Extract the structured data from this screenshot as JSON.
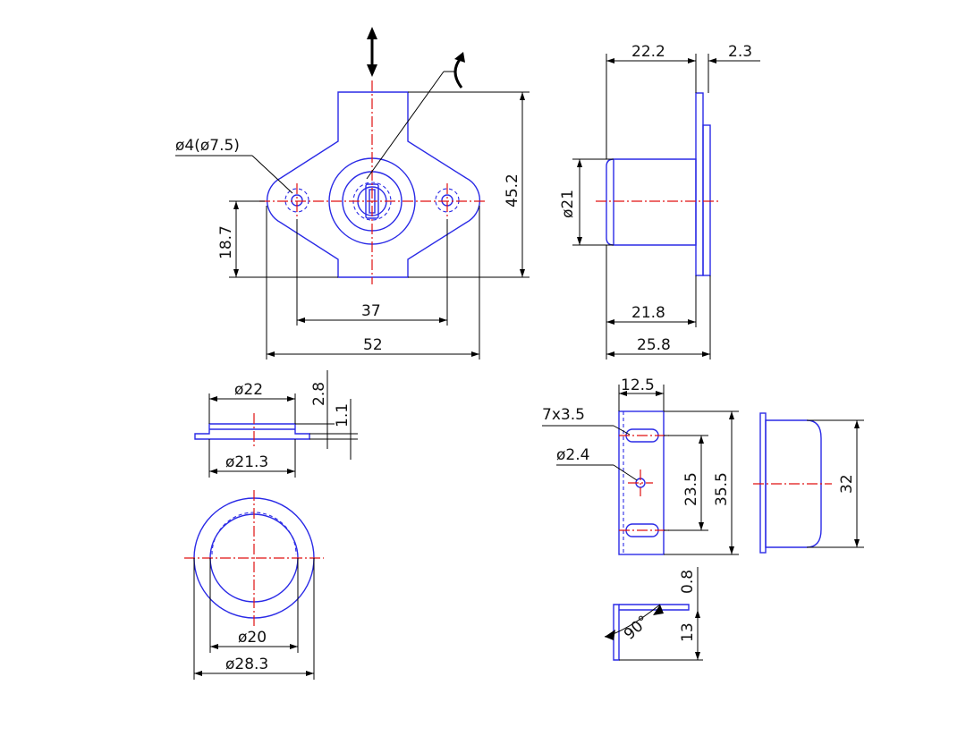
{
  "diagram": {
    "colors": {
      "outline": "#2a2ae6",
      "centerline": "#e01010",
      "dimension": "#000000"
    },
    "front_view": {
      "hole_callout": "ø4(ø7.5)",
      "dim_height_left": "18.7",
      "dim_height_total": "45.2",
      "dim_hole_spacing": "37",
      "dim_width": "52"
    },
    "side_view": {
      "dim_body_length": "22.2",
      "dim_flange": "2.3",
      "dim_diameter": "ø21",
      "dim_inner_length": "21.8",
      "dim_total_length": "25.8"
    },
    "ring_side_view": {
      "dim_top_diameter": "ø22",
      "dim_bottom_diameter": "ø21.3",
      "dim_height": "2.8",
      "dim_thickness": "1.1"
    },
    "ring_top_view": {
      "dim_inner_diameter": "ø20",
      "dim_outer_diameter": "ø28.3"
    },
    "strike_plate": {
      "slot_callout": "7x3.5",
      "hole_callout": "ø2.4",
      "dim_width": "12.5",
      "dim_slot_spacing": "23.5",
      "dim_height": "35.5",
      "dim_thickness": "0.8",
      "dim_leg": "13",
      "angle_label": "90°"
    },
    "bolt_view": {
      "dim_height": "32"
    }
  }
}
